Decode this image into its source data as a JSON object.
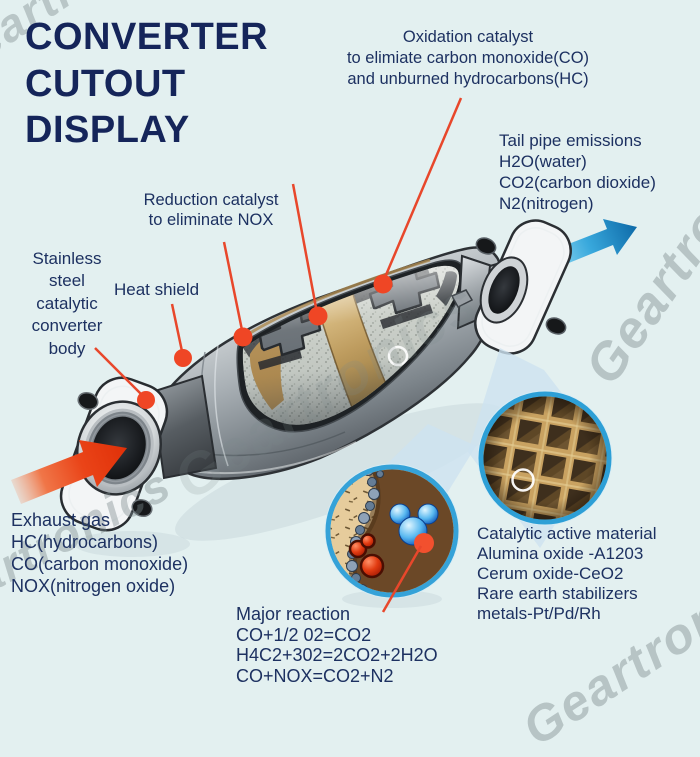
{
  "title": "CONVERTER\nCUTOUT\nDISPLAY",
  "watermark": {
    "text": "Geartronics"
  },
  "labels": {
    "oxidation": "Oxidation catalyst\nto elimiate carbon monoxide(CO)\nand unburned hydrocarbons(HC)",
    "tail_pipe": "Tail pipe emissions\nH2O(water)\nCO2(carbon dioxide)\nN2(nitrogen)",
    "reduction": "Reduction catalyst\nto eliminate NOX",
    "stainless_body": "Stainless\nsteel\ncatalytic\nconverter\nbody",
    "heat_shield": "Heat shield",
    "exhaust_gas": "Exhaust gas\nHC(hydrocarbons)\nCO(carbon monoxide)\nNOX(nitrogen oxide)",
    "major_reaction": "Major reaction\nCO+1/2 02=CO2\nH4C2+302=2CO2+2H2O\nCO+NOX=CO2+N2",
    "catalytic_material": "Catalytic active material\nAlumina oxide -A1203\nCerum oxide-CeO2\nRare earth stabilizers\nmetals-Pt/Pd/Rh"
  },
  "colors": {
    "background": "#e3f0f0",
    "title_navy": "#15255a",
    "label_navy": "#1d3161",
    "leader_red": "#e8472b",
    "arrow_in_red": "#e03008",
    "arrow_out_blue": "#1070b0",
    "inset_ring_blue": "#2d9fd6",
    "mat_tan": "#bf9b59",
    "metal_gray": "#aab1b6"
  }
}
